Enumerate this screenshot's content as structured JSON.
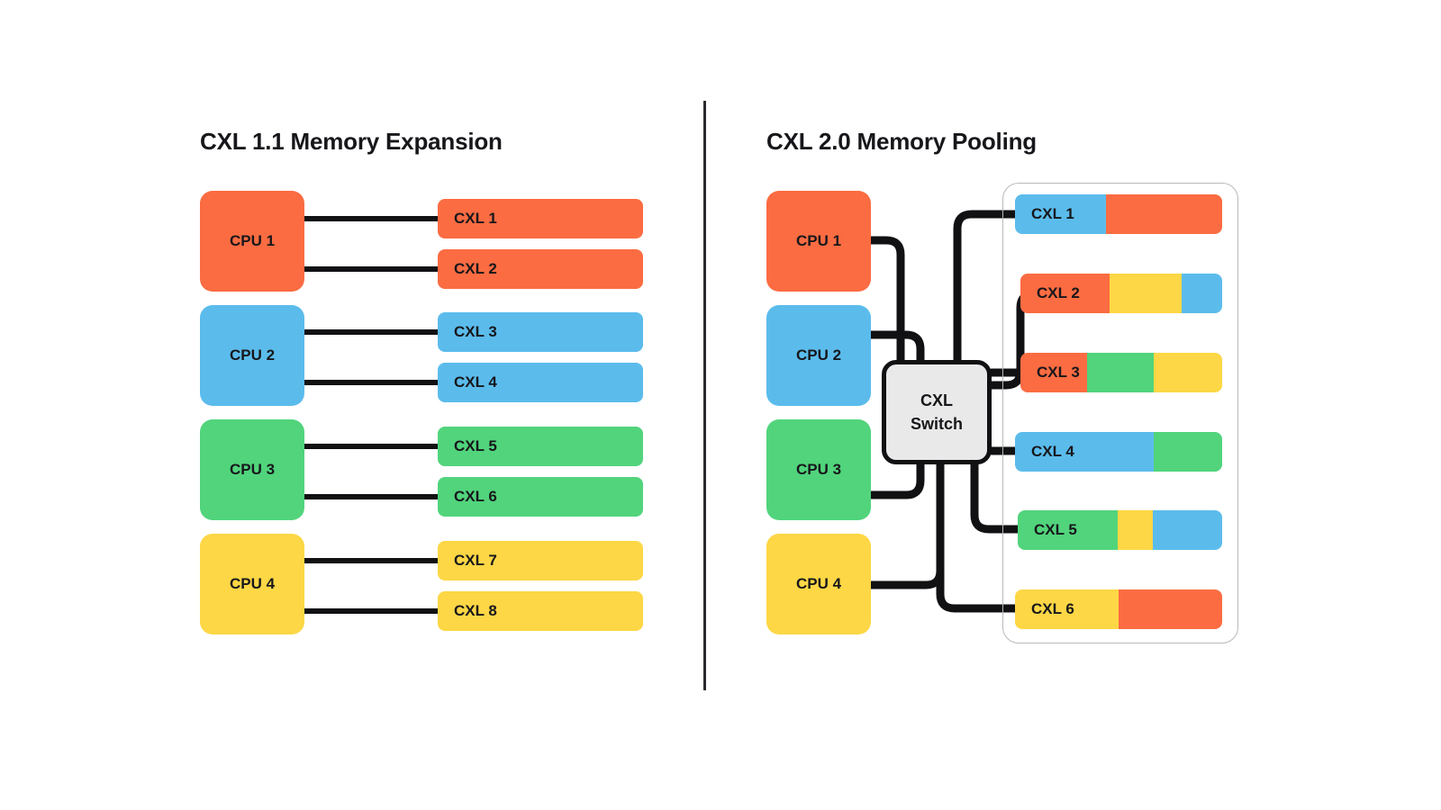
{
  "palette": {
    "orange": "#FB6C42",
    "blue": "#5BBCEC",
    "green": "#51D47C",
    "yellow": "#FDD745",
    "line": "#111114",
    "switch_fill": "#E9E9E9",
    "pool_border": "#B9B9BD",
    "divider": "#2A2A2E",
    "text": "#17171B",
    "background": "#FFFFFF"
  },
  "left_panel": {
    "title": "CXL 1.1 Memory Expansion",
    "cpus": [
      {
        "label": "CPU 1",
        "color": "#FB6C42"
      },
      {
        "label": "CPU 2",
        "color": "#5BBCEC"
      },
      {
        "label": "CPU 3",
        "color": "#51D47C"
      },
      {
        "label": "CPU 4",
        "color": "#FDD745"
      }
    ],
    "memories": [
      {
        "label": "CXL 1",
        "color": "#FB6C42",
        "owner": "CPU 1"
      },
      {
        "label": "CXL 2",
        "color": "#FB6C42",
        "owner": "CPU 1"
      },
      {
        "label": "CXL 3",
        "color": "#5BBCEC",
        "owner": "CPU 2"
      },
      {
        "label": "CXL 4",
        "color": "#5BBCEC",
        "owner": "CPU 2"
      },
      {
        "label": "CXL 5",
        "color": "#51D47C",
        "owner": "CPU 3"
      },
      {
        "label": "CXL 6",
        "color": "#51D47C",
        "owner": "CPU 3"
      },
      {
        "label": "CXL 7",
        "color": "#FDD745",
        "owner": "CPU 4"
      },
      {
        "label": "CXL 8",
        "color": "#FDD745",
        "owner": "CPU 4"
      }
    ]
  },
  "right_panel": {
    "title": "CXL 2.0 Memory Pooling",
    "switch": {
      "line1": "CXL",
      "line2": "Switch"
    },
    "cpus": [
      {
        "label": "CPU 1",
        "color": "#FB6C42"
      },
      {
        "label": "CPU 2",
        "color": "#5BBCEC"
      },
      {
        "label": "CPU 3",
        "color": "#51D47C"
      },
      {
        "label": "CPU 4",
        "color": "#FDD745"
      }
    ],
    "memories": [
      {
        "label": "CXL 1",
        "segments": [
          {
            "color": "#5BBCEC",
            "pct": 44
          },
          {
            "color": "#FB6C42",
            "pct": 56
          }
        ]
      },
      {
        "label": "CXL 2",
        "segments": [
          {
            "color": "#FB6C42",
            "pct": 44
          },
          {
            "color": "#FDD745",
            "pct": 36
          },
          {
            "color": "#5BBCEC",
            "pct": 20
          }
        ]
      },
      {
        "label": "CXL 3",
        "segments": [
          {
            "color": "#FB6C42",
            "pct": 33
          },
          {
            "color": "#51D47C",
            "pct": 33
          },
          {
            "color": "#FDD745",
            "pct": 34
          }
        ]
      },
      {
        "label": "CXL 4",
        "segments": [
          {
            "color": "#5BBCEC",
            "pct": 67
          },
          {
            "color": "#51D47C",
            "pct": 33
          }
        ]
      },
      {
        "label": "CXL 5",
        "segments": [
          {
            "color": "#51D47C",
            "pct": 49
          },
          {
            "color": "#FDD745",
            "pct": 17
          },
          {
            "color": "#5BBCEC",
            "pct": 34
          }
        ]
      },
      {
        "label": "CXL 6",
        "segments": [
          {
            "color": "#FDD745",
            "pct": 50
          },
          {
            "color": "#FB6C42",
            "pct": 50
          }
        ]
      }
    ]
  }
}
